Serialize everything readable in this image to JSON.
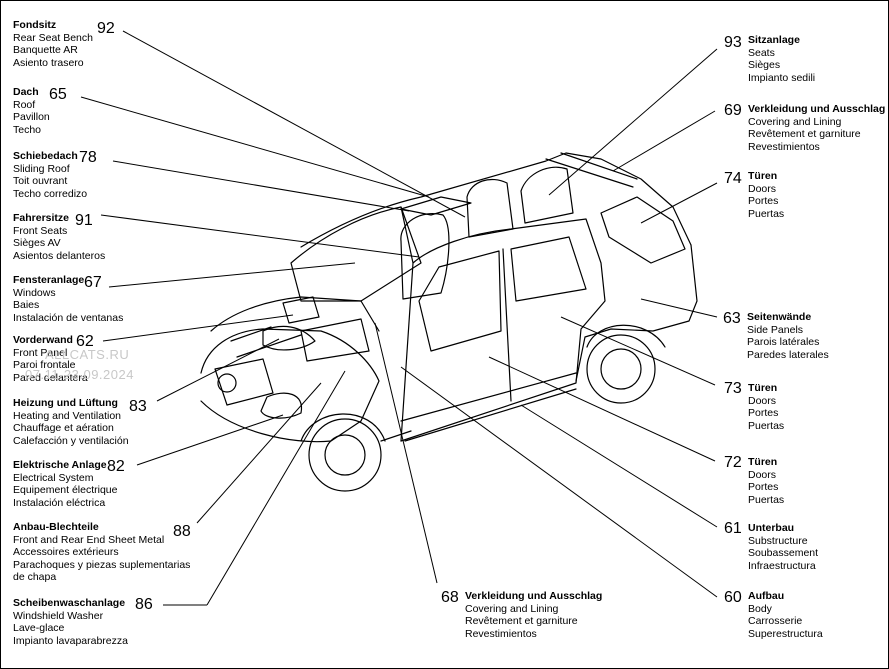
{
  "callouts": {
    "c92": {
      "number": "92",
      "lines": [
        "Fondsitz",
        "Rear Seat Bench",
        "Banquette AR",
        "Asiento trasero"
      ]
    },
    "c65": {
      "number": "65",
      "lines": [
        "Dach",
        "Roof",
        "Pavillon",
        "Techo"
      ]
    },
    "c78": {
      "number": "78",
      "lines": [
        "Schiebedach",
        "Sliding Roof",
        "Toit ouvrant",
        "Techo corredizo"
      ]
    },
    "c91": {
      "number": "91",
      "lines": [
        "Fahrersitze",
        "Front Seats",
        "Sièges AV",
        "Asientos delanteros"
      ]
    },
    "c67": {
      "number": "67",
      "lines": [
        "Fensteranlage",
        "Windows",
        "Baies",
        "Instalación de ventanas"
      ]
    },
    "c62": {
      "number": "62",
      "lines": [
        "Vorderwand",
        "Front Panel",
        "Paroi frontale",
        "Pared delantera"
      ]
    },
    "c83": {
      "number": "83",
      "lines": [
        "Heizung und Lüftung",
        "Heating and Ventilation",
        "Chauffage et aération",
        "Calefacción y ventilación"
      ]
    },
    "c82": {
      "number": "82",
      "lines": [
        "Elektrische Anlage",
        "Electrical System",
        "Equipement électrique",
        "Instalación eléctrica"
      ]
    },
    "c88": {
      "number": "88",
      "lines": [
        "Anbau-Blechteile",
        "Front and Rear End Sheet Metal",
        "Accessoires extérieurs",
        "Parachoques y piezas suplementarias",
        "de chapa"
      ]
    },
    "c86": {
      "number": "86",
      "lines": [
        "Scheibenwaschanlage",
        "Windshield Washer",
        "Lave-glace",
        "Impianto lavaparabrezza"
      ]
    },
    "c93": {
      "number": "93",
      "lines": [
        "Sitzanlage",
        "Seats",
        "Sièges",
        "Impianto sedili"
      ]
    },
    "c69": {
      "number": "69",
      "lines": [
        "Verkleidung und Ausschlag",
        "Covering and Lining",
        "Revêtement et garniture",
        "Revestimientos"
      ]
    },
    "c74": {
      "number": "74",
      "lines": [
        "Türen",
        "Doors",
        "Portes",
        "Puertas"
      ]
    },
    "c63": {
      "number": "63",
      "lines": [
        "Seitenwände",
        "Side Panels",
        "Parois latérales",
        "Paredes laterales"
      ]
    },
    "c73": {
      "number": "73",
      "lines": [
        "Türen",
        "Doors",
        "Portes",
        "Puertas"
      ]
    },
    "c72": {
      "number": "72",
      "lines": [
        "Türen",
        "Doors",
        "Portes",
        "Puertas"
      ]
    },
    "c61": {
      "number": "61",
      "lines": [
        "Unterbau",
        "Substructure",
        "Soubassement",
        "Infraestructura"
      ]
    },
    "c60": {
      "number": "60",
      "lines": [
        "Aufbau",
        "Body",
        "Carrosserie",
        "Superestructura"
      ]
    },
    "c68": {
      "number": "68",
      "lines": [
        "Verkleidung und Ausschlag",
        "Covering and Lining",
        "Revêtement et garniture",
        "Revestimientos"
      ]
    }
  },
  "watermark": {
    "line1": "ALLCATS.RU",
    "line2": "07.11-23.09.2024"
  }
}
